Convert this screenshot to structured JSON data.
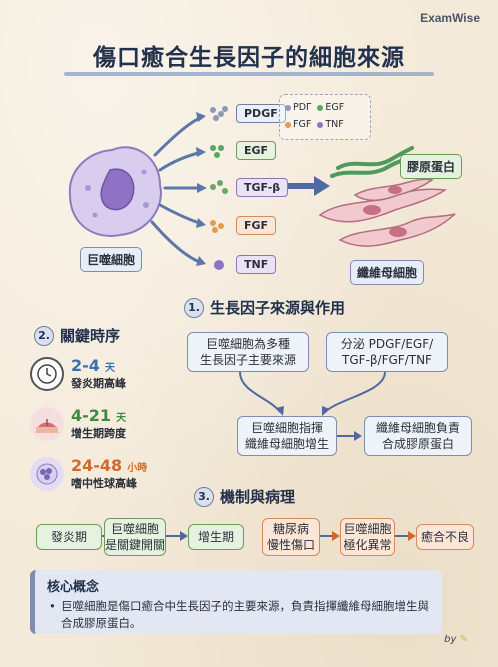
{
  "brand": "ExamWise",
  "title": "傷口癒合生長因子的細胞來源",
  "top": {
    "macrophage_label": "巨噬細胞",
    "fibroblast_label": "纖維母細胞",
    "collagen_label": "膠原蛋白",
    "factors": [
      "PDGF",
      "EGF",
      "TGF-β",
      "FGF",
      "TNF"
    ],
    "legend": {
      "pdgf": "PDΓ",
      "egf": "EGF",
      "fgf": "FGF",
      "tnf": "TNF"
    }
  },
  "section1": {
    "num": "1.",
    "title": "生長因子來源與作用",
    "box_a": "巨噬細胞為多種\n生長因子主要來源",
    "box_b": "分泌 PDGF/EGF/\nTGF-β/FGF/TNF",
    "box_c": "巨噬細胞指揮\n纖維母細胞增生",
    "box_d": "纖維母細胞負責\n合成膠原蛋白"
  },
  "section2": {
    "num": "2.",
    "title": "關鍵時序",
    "items": [
      {
        "value": "2-4",
        "unit": "天",
        "desc": "發炎期高峰",
        "color": "#3b6fb0"
      },
      {
        "value": "4-21",
        "unit": "天",
        "desc": "增生期跨度",
        "color": "#3c8a3c"
      },
      {
        "value": "24-48",
        "unit": "小時",
        "desc": "嗜中性球高峰",
        "color": "#d2692a"
      }
    ]
  },
  "section3": {
    "num": "3.",
    "title": "機制與病理",
    "flow1": [
      "發炎期",
      "巨噬細胞\n是關鍵開關",
      "增生期"
    ],
    "flow2": [
      "糖尿病\n慢性傷口",
      "巨噬細胞\n極化異常",
      "癒合不良"
    ]
  },
  "concept": {
    "title": "核心概念",
    "text": "巨噬細胞是傷口癒合中生長因子的主要來源，負責指揮纖維母細胞增生與合成膠原蛋白。"
  },
  "byline": "by"
}
